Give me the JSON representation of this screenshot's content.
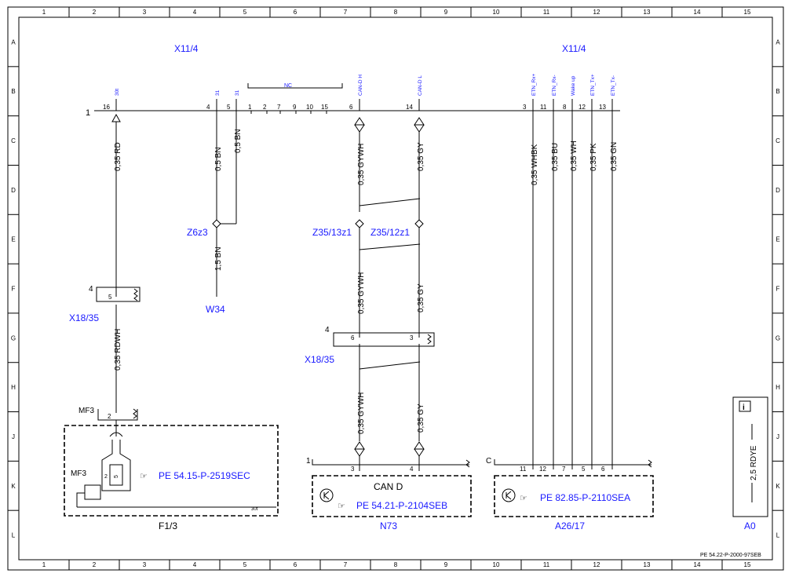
{
  "grid": {
    "cols": [
      "1",
      "2",
      "3",
      "4",
      "5",
      "6",
      "7",
      "8",
      "9",
      "10",
      "11",
      "12",
      "13",
      "14",
      "15"
    ],
    "rows": [
      "A",
      "B",
      "C",
      "D",
      "E",
      "F",
      "G",
      "H",
      "J",
      "K",
      "L"
    ]
  },
  "connectors": {
    "left_title": "X11/4",
    "right_title": "X11/4"
  },
  "bus_label": "1",
  "pins": [
    {
      "num": "16",
      "label": "30t"
    },
    {
      "num": "4",
      "label": "31"
    },
    {
      "num": "5",
      "label": "31"
    },
    {
      "num": "6",
      "label": "CAN-D H"
    },
    {
      "num": "14",
      "label": "CAN-D L"
    },
    {
      "num": "3",
      "label": "ETN_Rx+"
    },
    {
      "num": "11",
      "label": "ETN_Rx-"
    },
    {
      "num": "8",
      "label": "Wake up"
    },
    {
      "num": "12",
      "label": "ETN_Tx+"
    },
    {
      "num": "13",
      "label": "ETN_Tx-"
    }
  ],
  "nc": {
    "label": "NC",
    "pins": [
      "1",
      "2",
      "7",
      "9",
      "10",
      "15"
    ]
  },
  "wires": {
    "w16_top": "0,35 RD",
    "w16_bottom": "0,35 RDWH",
    "w4": "0,5 BN",
    "w5": "0,5 BN",
    "w6_top": "0,35 GYWH",
    "w6_mid": "0,35 GYWH",
    "w6_bot": "0,35 GYWH",
    "w14_top": "0,35 GY",
    "w14_mid": "0,35 GY",
    "w14_bot": "0,35 GY",
    "w3": "0,35 WHBK",
    "w11": "0,35 BU",
    "w8": "0,35 WH",
    "w12": "0,35 PK",
    "w13": "0,35 GN",
    "w_gnd": "1,5 BN",
    "a0": "2,5 RDYE"
  },
  "components": {
    "z6z3": "Z6z3",
    "w34": "W34",
    "z35_13": "Z35/13z1",
    "z35_12": "Z35/12z1",
    "x18_a": "X18/35",
    "x18_a_num": "4",
    "x18_a_pin": "5",
    "x18_b": "X18/35",
    "x18_b_num": "4",
    "x18_b_pin6": "6",
    "x18_b_pin3": "3",
    "mf3_top": "MF3",
    "mf3_top_pin": "2",
    "mf3_inner": "MF3",
    "mf3_fuse_a": "2",
    "mf3_fuse_b": "5",
    "f13_ref": "PE 54.15-P-2519SEC",
    "f13_30t": "30t",
    "f13": "F1/3",
    "n73_marker": "1",
    "n73_pin3": "3",
    "n73_pin4": "4",
    "n73_title": "CAN D",
    "n73_ref": "PE 54.21-P-2104SEB",
    "n73": "N73",
    "a26_marker": "C",
    "a26_pins": [
      "11",
      "12",
      "7",
      "5",
      "6"
    ],
    "a26_ref": "PE 82.85-P-2110SEA",
    "a26": "A26/17",
    "a0": "A0",
    "info": "i"
  },
  "footer": "PE 54.22-P-2000-97SEB"
}
